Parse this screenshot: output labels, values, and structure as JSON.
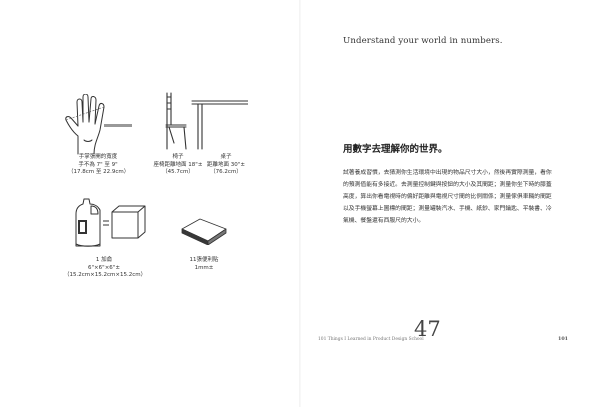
{
  "left_page": {
    "hand": {
      "label": "手掌張開的寬度",
      "measure": "手不為 7\" 至 9\"",
      "metric": "（17.8cm 至 22.9cm）"
    },
    "chair": {
      "label": "椅子",
      "measure": "座椅距離地面 18\"±",
      "metric": "（45.7cm）"
    },
    "table": {
      "label": "桌子",
      "measure": "距離地面 30\"±",
      "metric": "（76.2cm）"
    },
    "gallon": {
      "label": "1 加侖",
      "measure": "6\"×6\"×6\"±",
      "metric": "（15.2cm×15.2cm×15.2cm）"
    },
    "paper": {
      "label": "11張便利貼",
      "measure": "1mm±"
    }
  },
  "right_page": {
    "tagline": "Understand your world in numbers.",
    "heading": "用數字去理解你的世界。",
    "body_lines": [
      "試著養成習慣，去猜測你生活環境中出現的物品尺寸大小，然後再實際測量，看你",
      "的預測值能有多接近。去測量控制鍵與按鈕的大小及其間距；測量你坐下時的膝蓋",
      "高度，算出你看電視時的偏好距離與電視尺寸間的比例關係；測量傢俱車輛的間距",
      "以及手機螢幕上圖標的間距；測量罐裝汽水、手機、紙鈔、家門鑰匙、平裝書、冷",
      "氣機、餐盤還有西服尺的大小。"
    ],
    "footer_text": "101 Things I Learned in Product Design School",
    "page_number_big": "47",
    "folio": "101"
  }
}
